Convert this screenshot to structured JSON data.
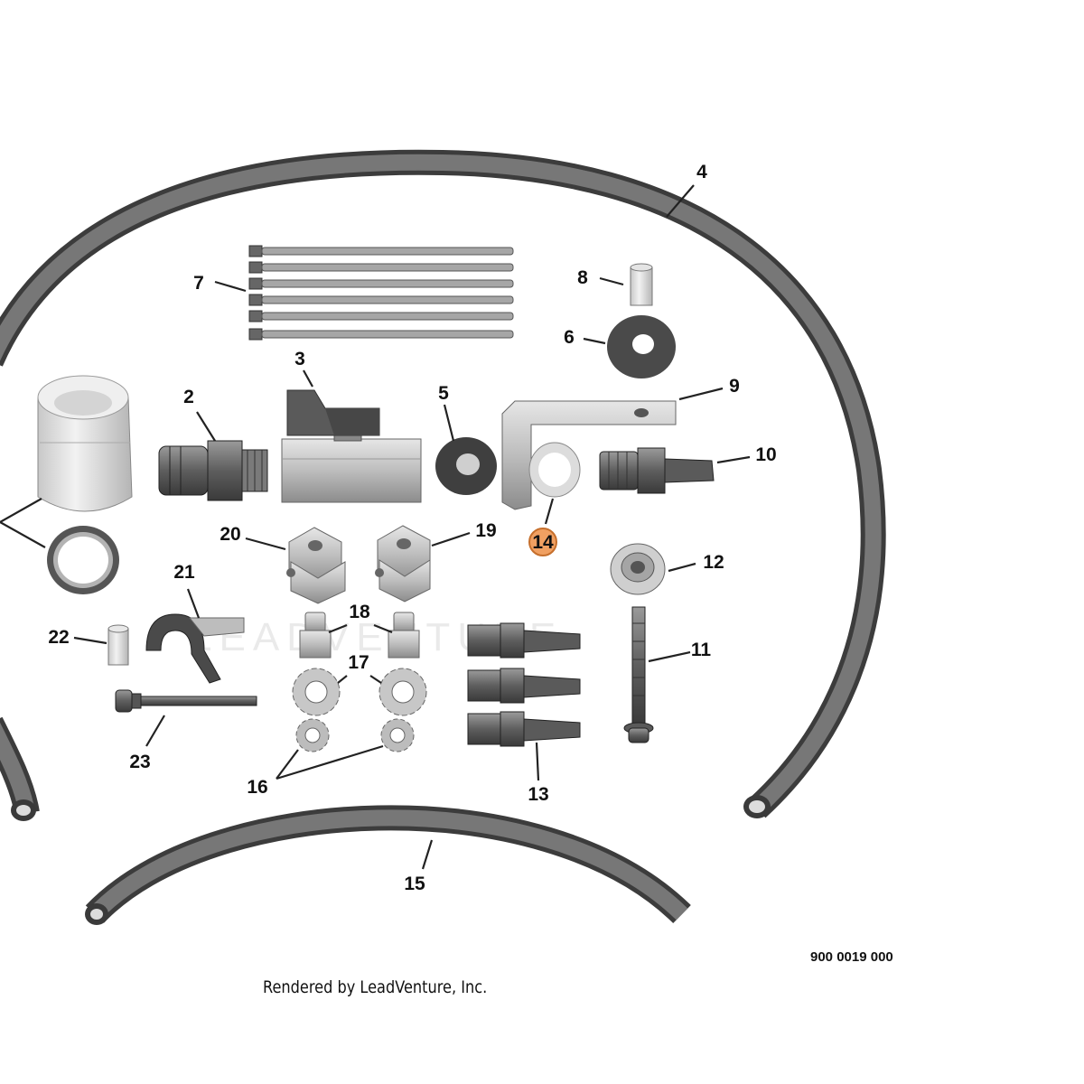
{
  "diagram": {
    "callouts": [
      {
        "id": "1",
        "label": ""
      },
      {
        "id": "2",
        "label": "2"
      },
      {
        "id": "3",
        "label": "3"
      },
      {
        "id": "4",
        "label": "4"
      },
      {
        "id": "5",
        "label": "5"
      },
      {
        "id": "6",
        "label": "6"
      },
      {
        "id": "7",
        "label": "7"
      },
      {
        "id": "8",
        "label": "8"
      },
      {
        "id": "9",
        "label": "9"
      },
      {
        "id": "10",
        "label": "10"
      },
      {
        "id": "11",
        "label": "11"
      },
      {
        "id": "12",
        "label": "12"
      },
      {
        "id": "13",
        "label": "13"
      },
      {
        "id": "14",
        "label": "14",
        "highlighted": true
      },
      {
        "id": "15",
        "label": "15"
      },
      {
        "id": "16",
        "label": "16"
      },
      {
        "id": "17",
        "label": "17"
      },
      {
        "id": "18",
        "label": "18"
      },
      {
        "id": "19",
        "label": "19"
      },
      {
        "id": "20",
        "label": "20"
      },
      {
        "id": "21",
        "label": "21"
      },
      {
        "id": "22",
        "label": "22"
      },
      {
        "id": "23",
        "label": "23"
      }
    ],
    "highlight_color": "#f0a062",
    "highlight_border_color": "#c66f2c",
    "watermark": "LEADVENTURE"
  },
  "footer": {
    "drawing_number": "900 0019 000",
    "rendered_by": "Rendered by LeadVenture, Inc."
  }
}
